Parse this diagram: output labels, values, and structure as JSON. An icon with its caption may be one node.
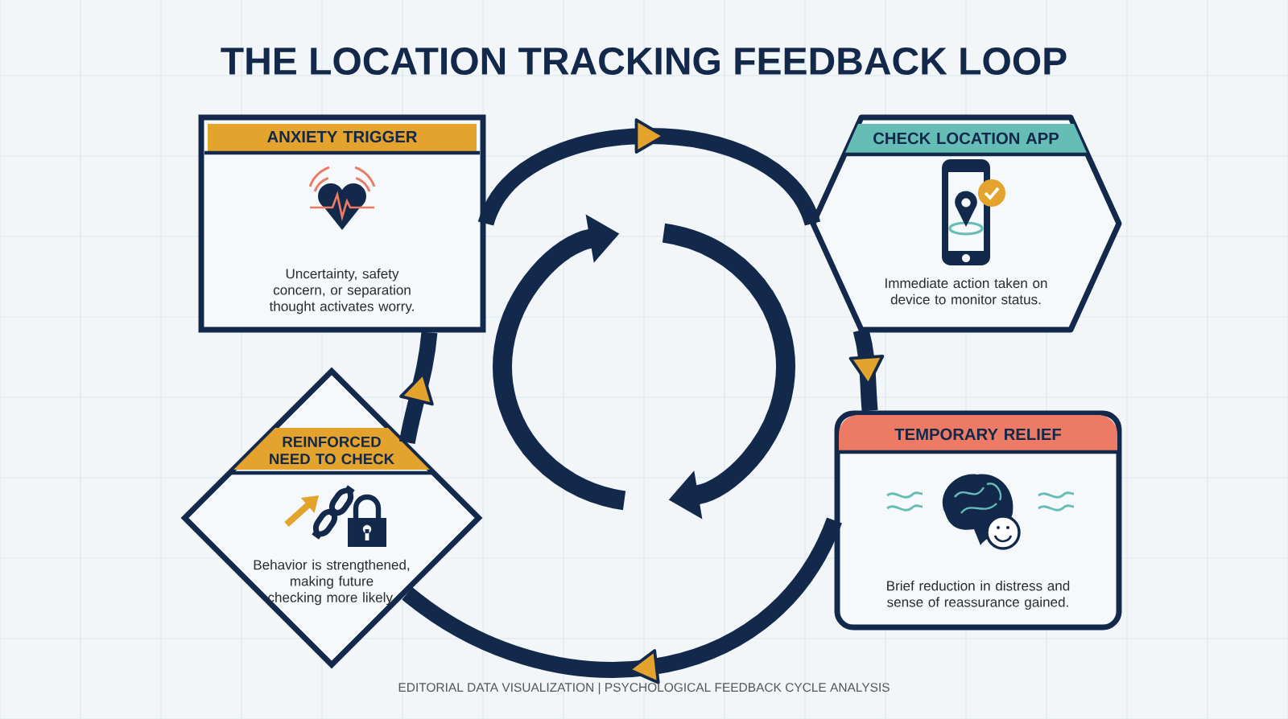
{
  "diagram": {
    "title": "THE LOCATION TRACKING FEEDBACK LOOP",
    "nodes": [
      {
        "text": [
          "ANXIETY TRIGGER",
          "Uncertainty, safety concern, or separation thought activates worry."
        ]
      },
      {
        "text": [
          "CHECK LOCATION APP",
          "Immediate action taken on device to monitor status."
        ]
      },
      {
        "text": [
          "TEMPORARY RELIEF",
          "Brief reduction in distress and sense of reassurance gained."
        ]
      },
      {
        "text": [
          "REINFORCED NEED TO CHECK",
          "Behavior is strengthened, making future checking more likely."
        ]
      }
    ],
    "edges": [
      {
        "from": 0,
        "to": 1,
        "arrow": "to"
      },
      {
        "from": 1,
        "to": 2,
        "arrow": "to"
      },
      {
        "from": 2,
        "to": 3,
        "arrow": "to"
      },
      {
        "from": 3,
        "to": 0,
        "arrow": "to"
      }
    ],
    "labels": [
      "EDITORIAL DATA VISUALIZATION  | PSYCHOLOGICAL FEEDBACK CYCLE ANALYSIS"
    ]
  }
}
